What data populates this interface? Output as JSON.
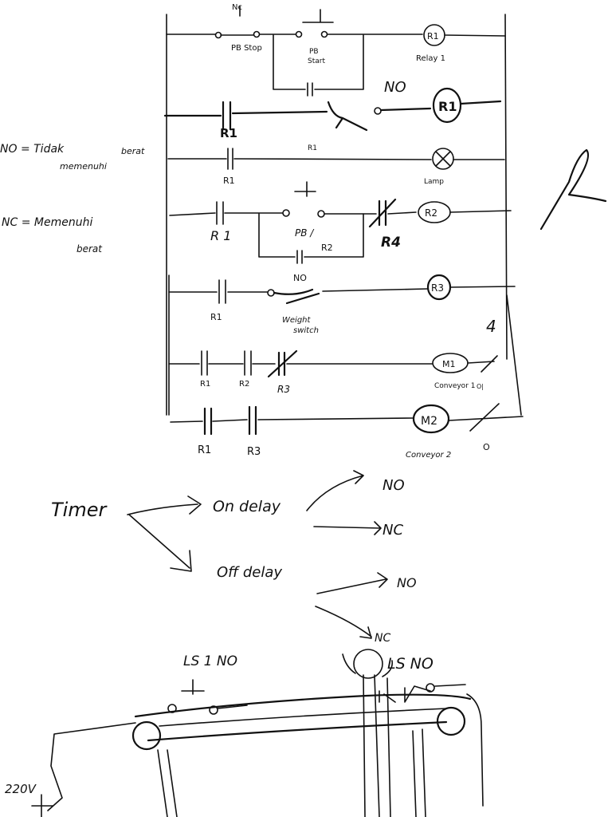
{
  "ladder": {
    "rung1": {
      "top_label": "Nc",
      "stop_label": "PB Stop",
      "start_label_1": "PB",
      "start_label_2": "Start",
      "coil": "R1",
      "coil_caption": "Relay 1"
    },
    "rung2": {
      "contact": "R1",
      "switch_label": "NO",
      "coil": "R1"
    },
    "rung3": {
      "contact": "R1",
      "middle_label": "R1",
      "lamp_caption": "Lamp"
    },
    "rung4": {
      "contact": "R 1",
      "pb_label": "PB  /",
      "hold_contact": "R2",
      "nc_contact": "R4",
      "coil": "R2"
    },
    "rung5": {
      "contact": "R1",
      "switch_top": "NO",
      "switch_caption_1": "Weight",
      "switch_caption_2": "switch",
      "coil": "R3"
    },
    "rung6": {
      "contact1": "R1",
      "contact2": "R2",
      "contact3": "R3",
      "coil": "M1",
      "coil_caption": "Conveyor 1",
      "end_mark": "O|"
    },
    "rung7": {
      "contact1": "R1",
      "contact2": "R3",
      "coil": "M2",
      "coil_caption": "Conveyor 2",
      "end_mark": "O"
    },
    "side_mark": "4"
  },
  "notes": {
    "no_def_1": "NO  =  Tidak",
    "no_def_2": "berat",
    "no_def_3": "memenuhi",
    "nc_def_1": "NC  =  Memenuhi",
    "nc_def_2": "berat"
  },
  "timer": {
    "title": "Timer",
    "on_delay": "On delay",
    "off_delay": "Off delay",
    "on_no": "NO",
    "on_nc": "NC",
    "off_no": "NO",
    "off_nc": "NC"
  },
  "conveyor": {
    "ls1": "LS 1   NO",
    "ls2": "LS   NO",
    "voltage": "220V"
  }
}
